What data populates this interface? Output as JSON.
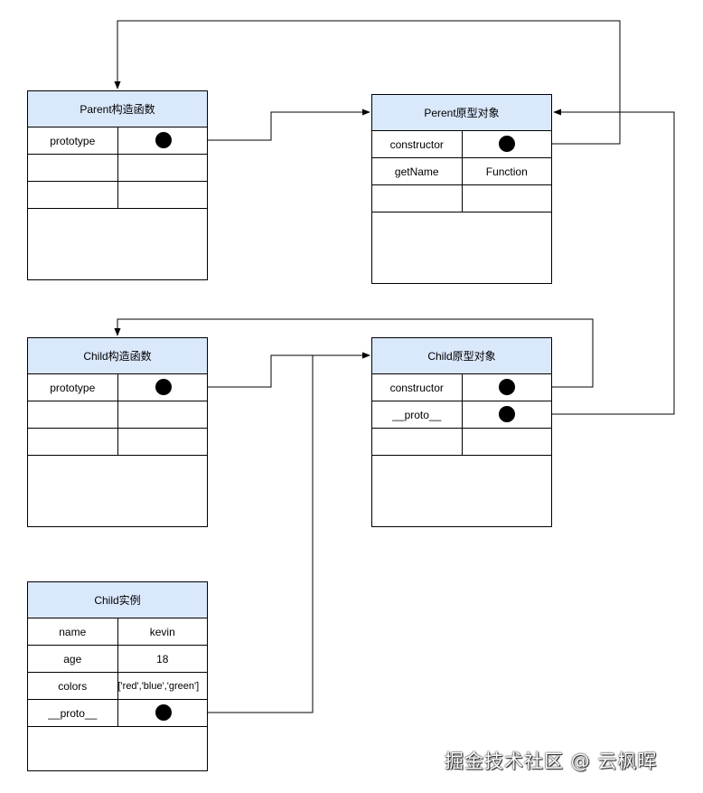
{
  "boxes": {
    "parent_ctor": {
      "title": "Parent构造函数",
      "rows": [
        {
          "key": "prototype",
          "value": ""
        },
        {
          "key": "",
          "value": ""
        },
        {
          "key": "",
          "value": ""
        }
      ]
    },
    "parent_proto": {
      "title": "Perent原型对象",
      "rows": [
        {
          "key": "constructor",
          "value": ""
        },
        {
          "key": "getName",
          "value": "Function"
        },
        {
          "key": "",
          "value": ""
        }
      ]
    },
    "child_ctor": {
      "title": "Child构造函数",
      "rows": [
        {
          "key": "prototype",
          "value": ""
        },
        {
          "key": "",
          "value": ""
        },
        {
          "key": "",
          "value": ""
        }
      ]
    },
    "child_proto": {
      "title": "Child原型对象",
      "rows": [
        {
          "key": "constructor",
          "value": ""
        },
        {
          "key": "__proto__",
          "value": ""
        },
        {
          "key": "",
          "value": ""
        }
      ]
    },
    "child_instance": {
      "title": "Child实例",
      "rows": [
        {
          "key": "name",
          "value": "kevin"
        },
        {
          "key": "age",
          "value": "18"
        },
        {
          "key": "colors",
          "value": "['red','blue','green']"
        },
        {
          "key": "__proto__",
          "value": ""
        }
      ]
    }
  },
  "watermark": "掘金技术社区 @ 云枫晖"
}
